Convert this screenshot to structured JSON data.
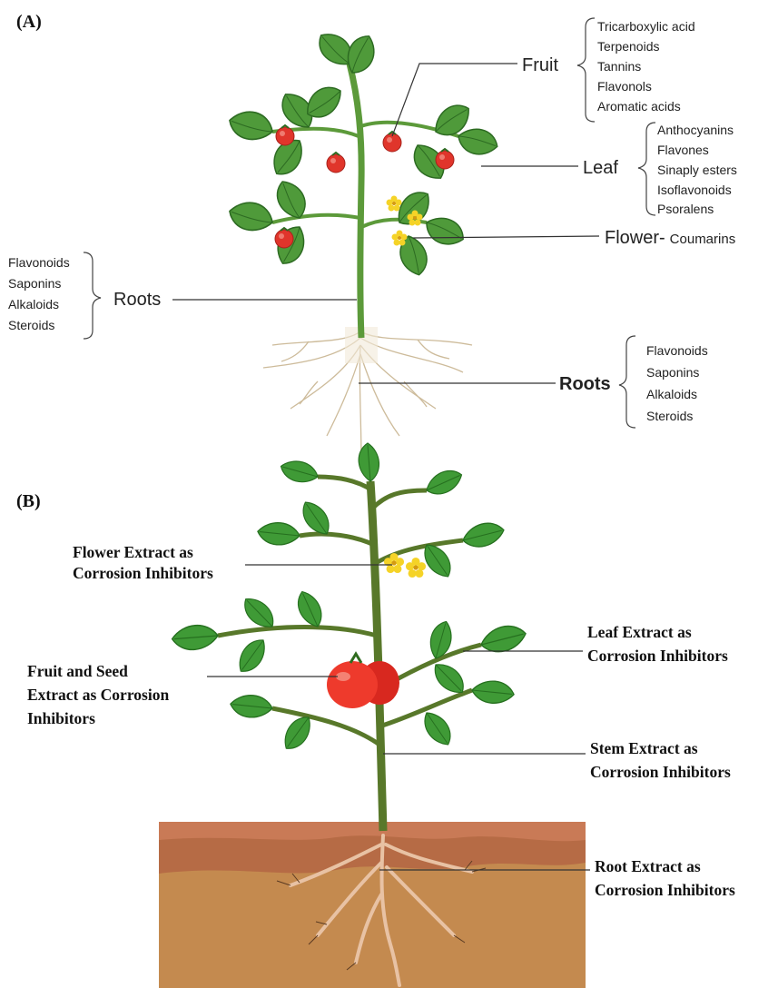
{
  "panel_a": {
    "label": "(A)",
    "fruit": {
      "title": "Fruit",
      "items": [
        "Tricarboxylic acid",
        "Terpenoids",
        "Tannins",
        "Flavonols",
        "Aromatic acids"
      ]
    },
    "leaf": {
      "title": "Leaf",
      "items": [
        "Anthocyanins",
        "Flavones",
        "Sinaply esters",
        "Isoflavonoids",
        "Psoralens"
      ]
    },
    "flower": {
      "title": "Flower-",
      "sub": "Coumarins"
    },
    "stem": {
      "title": "Roots",
      "items": [
        "Flavonoids",
        "Saponins",
        "Alkaloids",
        "Steroids"
      ]
    },
    "roots": {
      "title": "Roots",
      "items": [
        "Flavonoids",
        "Saponins",
        "Alkaloids",
        "Steroids"
      ]
    }
  },
  "panel_b": {
    "label": "(B)",
    "flower": [
      "Flower Extract as",
      "Corrosion Inhibitors"
    ],
    "leaf": [
      "Leaf Extract as",
      "Corrosion Inhibitors"
    ],
    "fruit": [
      "Fruit and Seed",
      "Extract as Corrosion",
      "Inhibitors"
    ],
    "stem": [
      "Stem Extract as",
      "Corrosion Inhibitors"
    ],
    "root": [
      "Root Extract as",
      "Corrosion Inhibitors"
    ]
  }
}
